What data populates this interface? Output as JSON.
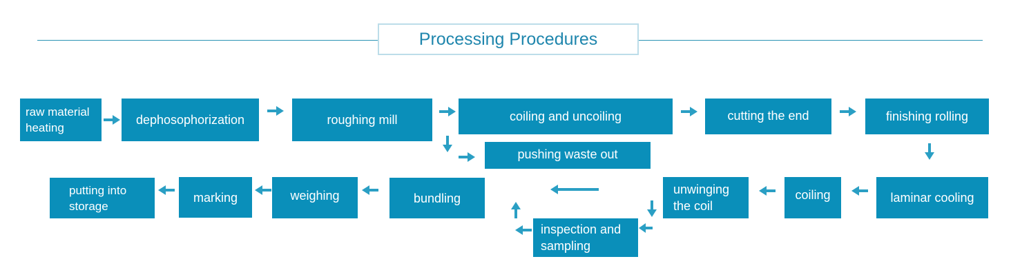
{
  "title": "Processing Procedures",
  "colors": {
    "box": "#0a8fba",
    "arrow": "#2a9fc4",
    "title_text": "#1f86ad",
    "title_border": "#bcdde9",
    "rule": "#2a93b5"
  },
  "steps": {
    "raw_material_heating": "raw material heating",
    "dephosophorization": "dephosophorization",
    "roughing_mill": "roughing mill",
    "coiling_and_uncoiling": "coiling and uncoiling",
    "cutting_the_end": "cutting the end",
    "finishing_rolling": "finishing rolling",
    "pushing_waste_out": "pushing waste out",
    "laminar_cooling": "laminar cooling",
    "coiling": "coiling",
    "unwinging_the_coil": "unwinging the coil",
    "inspection_and_sampling": "inspection and sampling",
    "bundling": "bundling",
    "weighing": "weighing",
    "marking": "marking",
    "putting_into_storage": "putting into storage"
  }
}
